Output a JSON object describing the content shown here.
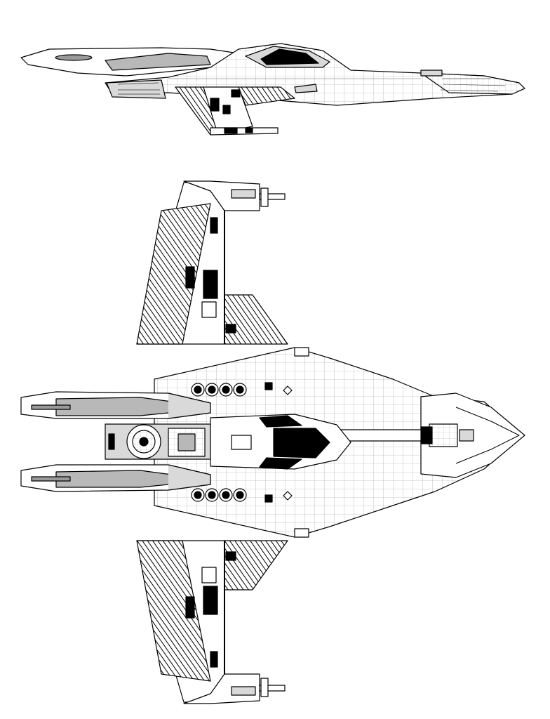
{
  "views": [
    {
      "id": "side-elevation",
      "label": ""
    },
    {
      "id": "top-plan",
      "label": ""
    }
  ],
  "colors": {
    "background": "#ffffff",
    "line": "#000000",
    "hull_fill": "#ffffff",
    "panel_gray": "#b8b8b8",
    "light_gray": "#d9d9d9",
    "dark_block": "#000000"
  },
  "style": "monochrome technical line-art schematic"
}
